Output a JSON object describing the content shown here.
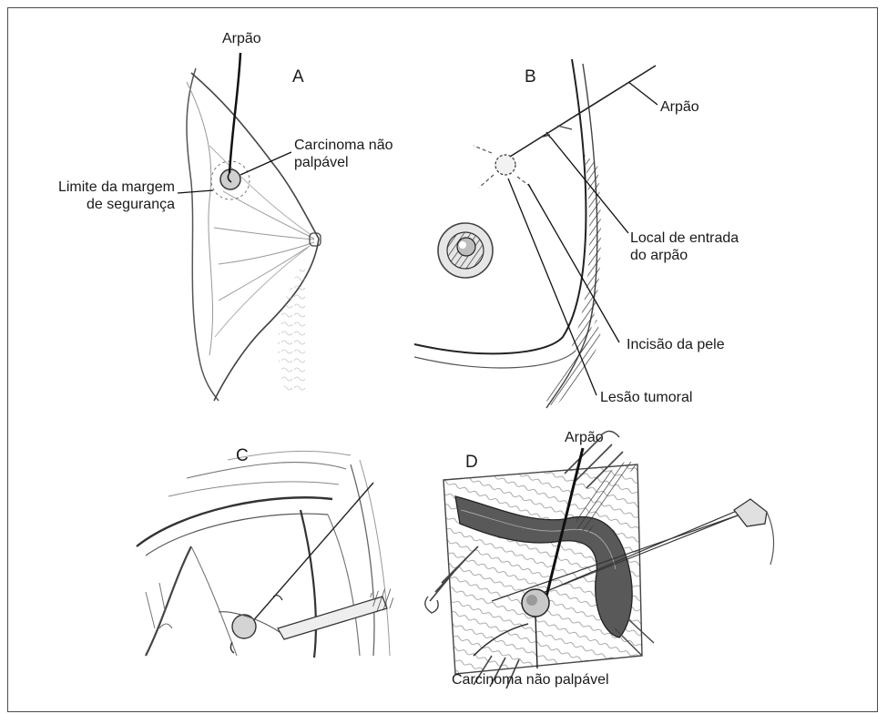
{
  "panels": {
    "a": {
      "letter": "A",
      "wire": "Arpão",
      "carcinoma_line1": "Carcinoma não",
      "carcinoma_line2": "palpável",
      "margin_line1": "Limite da margem",
      "margin_line2": "de segurança"
    },
    "b": {
      "letter": "B",
      "wire": "Arpão",
      "entry_line1": "Local de entrada",
      "entry_line2": "do arpão",
      "incision": "Incisão da pele",
      "lesion": "Lesão tumoral"
    },
    "c": {
      "letter": "C"
    },
    "d": {
      "letter": "D",
      "wire": "Arpão",
      "carcinoma": "Carcinoma não palpável"
    }
  }
}
